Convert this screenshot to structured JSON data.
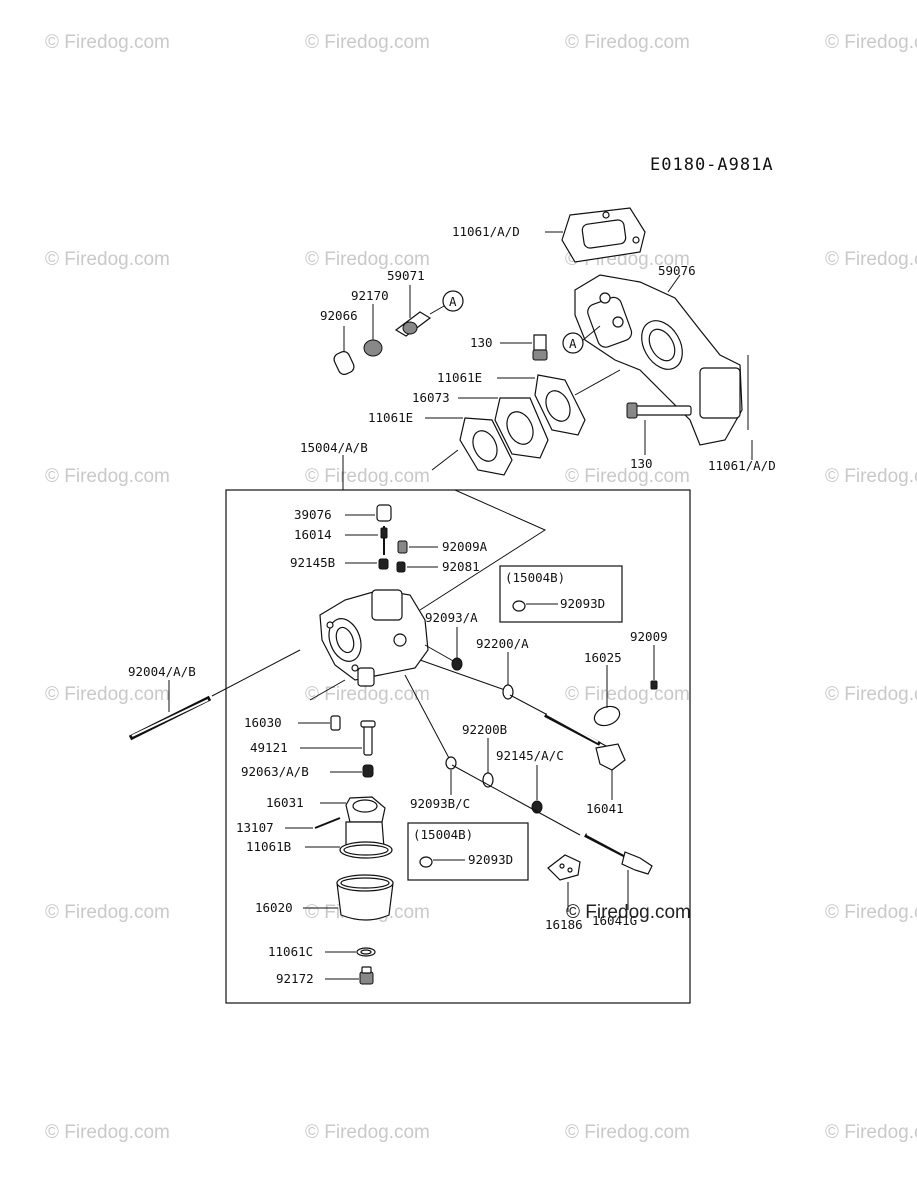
{
  "diagram_code": "E0180-A981A",
  "watermark": "© Firedog.com",
  "main_watermark": "© Firedog.com",
  "callout_letter": "A",
  "inset_label": "(15004B)",
  "labels": {
    "p11061AD_top": "11061/A/D",
    "p59071": "59071",
    "p92170": "92170",
    "p92066": "92066",
    "p59076": "59076",
    "p130_top": "130",
    "p11061E_top": "11061E",
    "p16073": "16073",
    "p11061E_bot": "11061E",
    "p130_bot": "130",
    "p11061AD_bot": "11061/A/D",
    "p15004AB": "15004/A/B",
    "p39076": "39076",
    "p16014": "16014",
    "p92009A": "92009A",
    "p92145B": "92145B",
    "p92081": "92081",
    "p92093D_1": "92093D",
    "p92093A": "92093/A",
    "p92200A": "92200/A",
    "p92009": "92009",
    "p16025": "16025",
    "p92004AB": "92004/A/B",
    "p16030": "16030",
    "p49121": "49121",
    "p92063AB": "92063/A/B",
    "p92200B": "92200B",
    "p92145AC": "92145/A/C",
    "p16041": "16041",
    "p92093BC": "92093B/C",
    "p16031": "16031",
    "p13107": "13107",
    "p11061B": "11061B",
    "p92093D_2": "92093D",
    "p16020": "16020",
    "p16186": "16186",
    "p16041G": "16041G",
    "p11061C": "11061C",
    "p92172": "92172"
  }
}
